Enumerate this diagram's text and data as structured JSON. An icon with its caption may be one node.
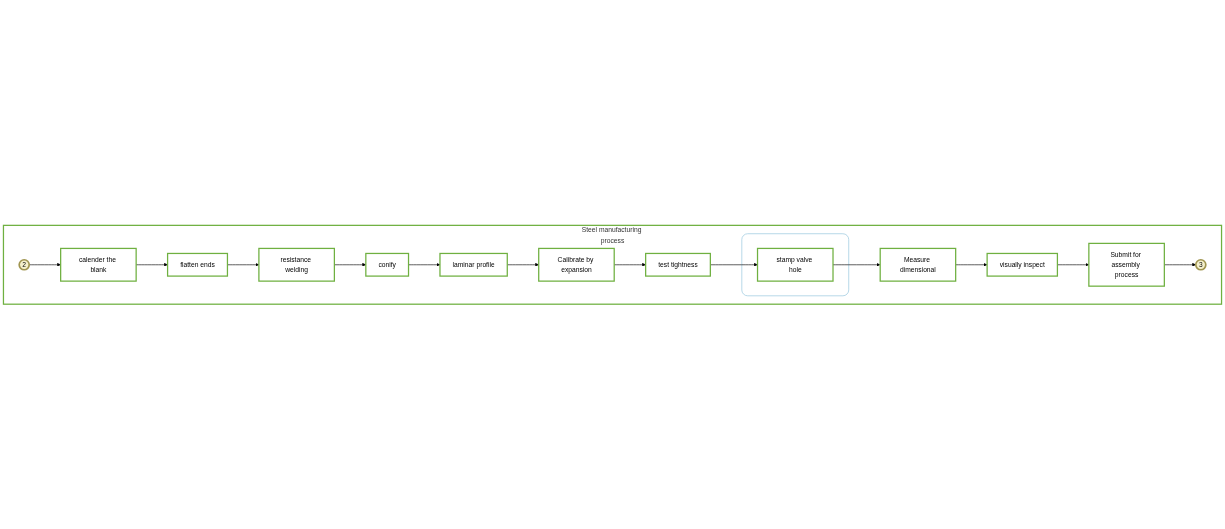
{
  "diagram": {
    "nodes": [
      {
        "text": [
          "Steel manufacturing process"
        ]
      },
      {
        "text": [
          "2"
        ],
        "in": 0
      },
      {
        "text": [
          "calender the blank"
        ],
        "in": 0
      },
      {
        "text": [
          "flatten ends"
        ],
        "in": 0
      },
      {
        "text": [
          "resistance welding"
        ],
        "in": 0
      },
      {
        "text": [
          "conify"
        ],
        "in": 0
      },
      {
        "text": [],
        "shape": "box",
        "in": 0
      },
      {
        "text": [
          "stamp valve hole"
        ],
        "in": 6
      },
      {
        "text": [
          "test tightness"
        ],
        "in": 0
      },
      {
        "text": [
          "Calibrate by expansion"
        ],
        "in": 0
      },
      {
        "text": [
          "laminar profile"
        ],
        "in": 0
      },
      {
        "text": [
          "Measure dimensional"
        ],
        "in": 0
      },
      {
        "text": [
          "visually inspect"
        ],
        "in": 0
      },
      {
        "text": [
          "Submit for assembly process"
        ],
        "in": 0
      },
      {
        "text": [
          "3"
        ],
        "in": 0
      }
    ],
    "edges": [
      {
        "from": 1,
        "to": 2,
        "arrow": "to"
      },
      {
        "from": 2,
        "to": 3,
        "arrow": "to"
      },
      {
        "from": 3,
        "to": 4,
        "arrow": "to"
      },
      {
        "from": 4,
        "to": 5,
        "arrow": "to"
      },
      {
        "from": 5,
        "to": 10,
        "arrow": "to"
      },
      {
        "from": 10,
        "to": 9,
        "arrow": "to"
      },
      {
        "from": 9,
        "to": 8,
        "arrow": "to"
      },
      {
        "from": 8,
        "to": 7,
        "arrow": "to"
      },
      {
        "from": 7,
        "to": 11,
        "arrow": "to"
      },
      {
        "from": 11,
        "to": 12,
        "arrow": "to"
      },
      {
        "from": 12,
        "to": 13,
        "arrow": "to"
      },
      {
        "from": 13,
        "to": 14,
        "arrow": "to"
      }
    ]
  }
}
